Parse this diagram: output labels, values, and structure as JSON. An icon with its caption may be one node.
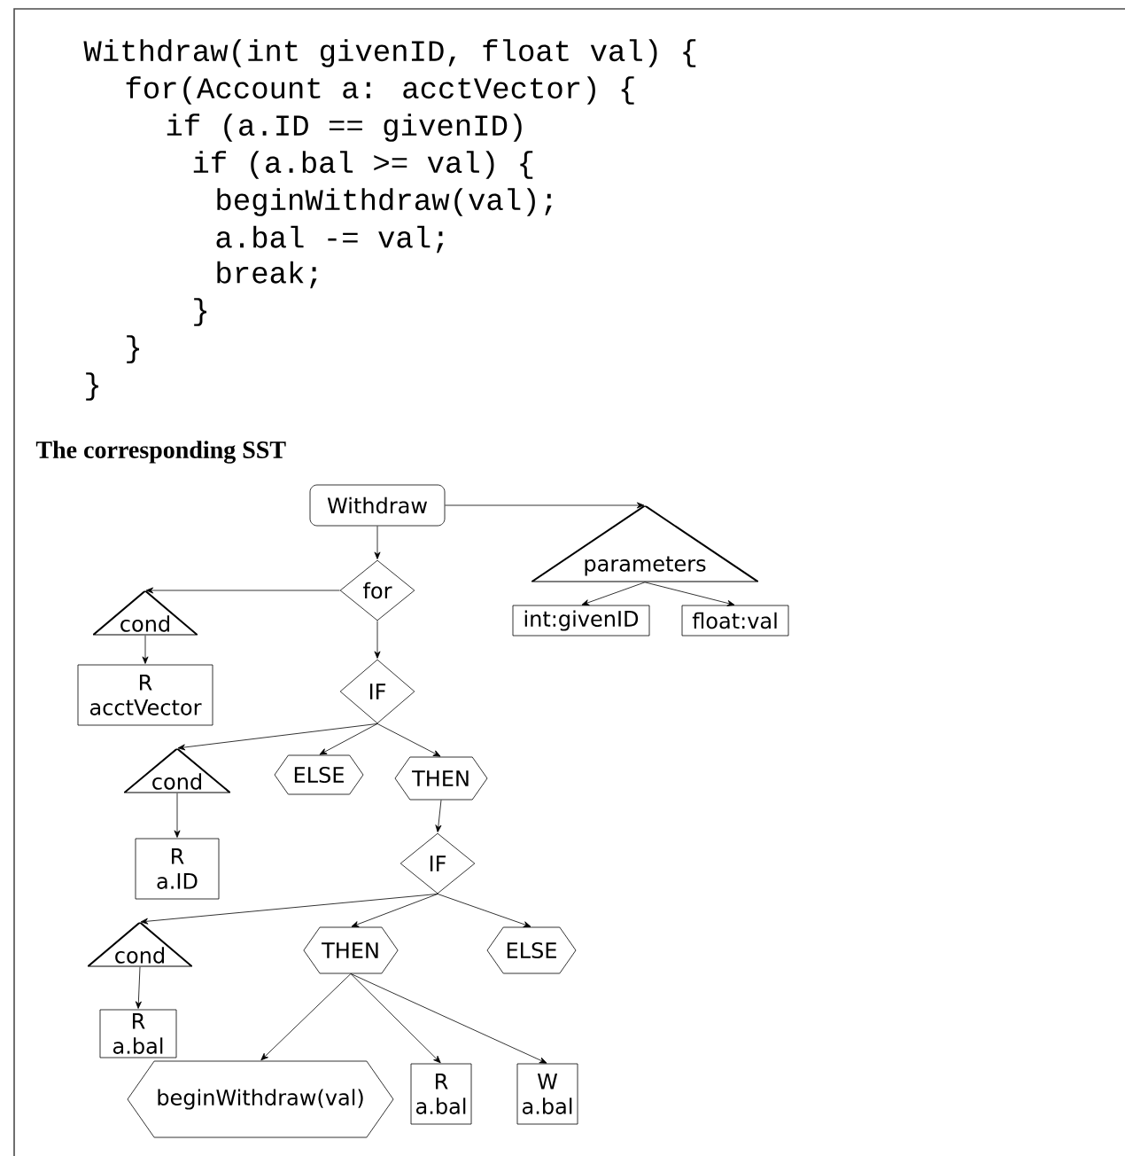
{
  "diagram": {
    "title": "The corresponding SST",
    "nodes": [
      {
        "text": [
          "Withdraw"
        ]
      },
      {
        "text": [
          "parameters"
        ]
      },
      {
        "text": [
          "for"
        ]
      },
      {
        "text": [
          "int:givenID"
        ]
      },
      {
        "text": [
          "float:val"
        ]
      },
      {
        "text": [
          "cond"
        ]
      },
      {
        "text": [
          "R acctVector"
        ]
      },
      {
        "text": [
          "IF"
        ]
      },
      {
        "text": [
          "cond"
        ]
      },
      {
        "text": [
          "ELSE"
        ]
      },
      {
        "text": [
          "THEN"
        ]
      },
      {
        "text": [
          "R a.ID"
        ]
      },
      {
        "text": [
          "IF"
        ]
      },
      {
        "text": [
          "cond"
        ]
      },
      {
        "text": [
          "THEN"
        ]
      },
      {
        "text": [
          "ELSE"
        ]
      },
      {
        "text": [
          "R a.bal"
        ]
      },
      {
        "text": [
          "beginWithdraw(val)"
        ]
      },
      {
        "text": [
          "R a.bal"
        ]
      },
      {
        "text": [
          "W a.bal"
        ]
      }
    ],
    "edges": [
      {
        "from": 0,
        "to": 1,
        "arrow": "to"
      },
      {
        "from": 0,
        "to": 2,
        "arrow": "to"
      },
      {
        "from": 2,
        "to": 5,
        "arrow": "to"
      },
      {
        "from": 2,
        "to": 7,
        "arrow": "to"
      },
      {
        "from": 1,
        "to": 3,
        "arrow": "to"
      },
      {
        "from": 1,
        "to": 4,
        "arrow": "to"
      },
      {
        "from": 5,
        "to": 6,
        "arrow": "to"
      },
      {
        "from": 7,
        "to": 8,
        "arrow": "to"
      },
      {
        "from": 7,
        "to": 9,
        "arrow": "to"
      },
      {
        "from": 7,
        "to": 10,
        "arrow": "to"
      },
      {
        "from": 8,
        "to": 11,
        "arrow": "to"
      },
      {
        "from": 10,
        "to": 12,
        "arrow": "to"
      },
      {
        "from": 12,
        "to": 13,
        "arrow": "to"
      },
      {
        "from": 12,
        "to": 14,
        "arrow": "to"
      },
      {
        "from": 12,
        "to": 15,
        "arrow": "to"
      },
      {
        "from": 13,
        "to": 16,
        "arrow": "to"
      },
      {
        "from": 14,
        "to": 17,
        "arrow": "to"
      },
      {
        "from": 14,
        "to": 18,
        "arrow": "to"
      },
      {
        "from": 14,
        "to": 19,
        "arrow": "to"
      }
    ],
    "labels": [
      "Withdraw(int givenID, float val) {",
      "for(Account a:  acctVector) {",
      "if (a.ID == givenID)",
      "if (a.bal >= val) {",
      "beginWithdraw(val);",
      "a.bal -= val;",
      "break;",
      "}",
      "}",
      "}"
    ]
  }
}
